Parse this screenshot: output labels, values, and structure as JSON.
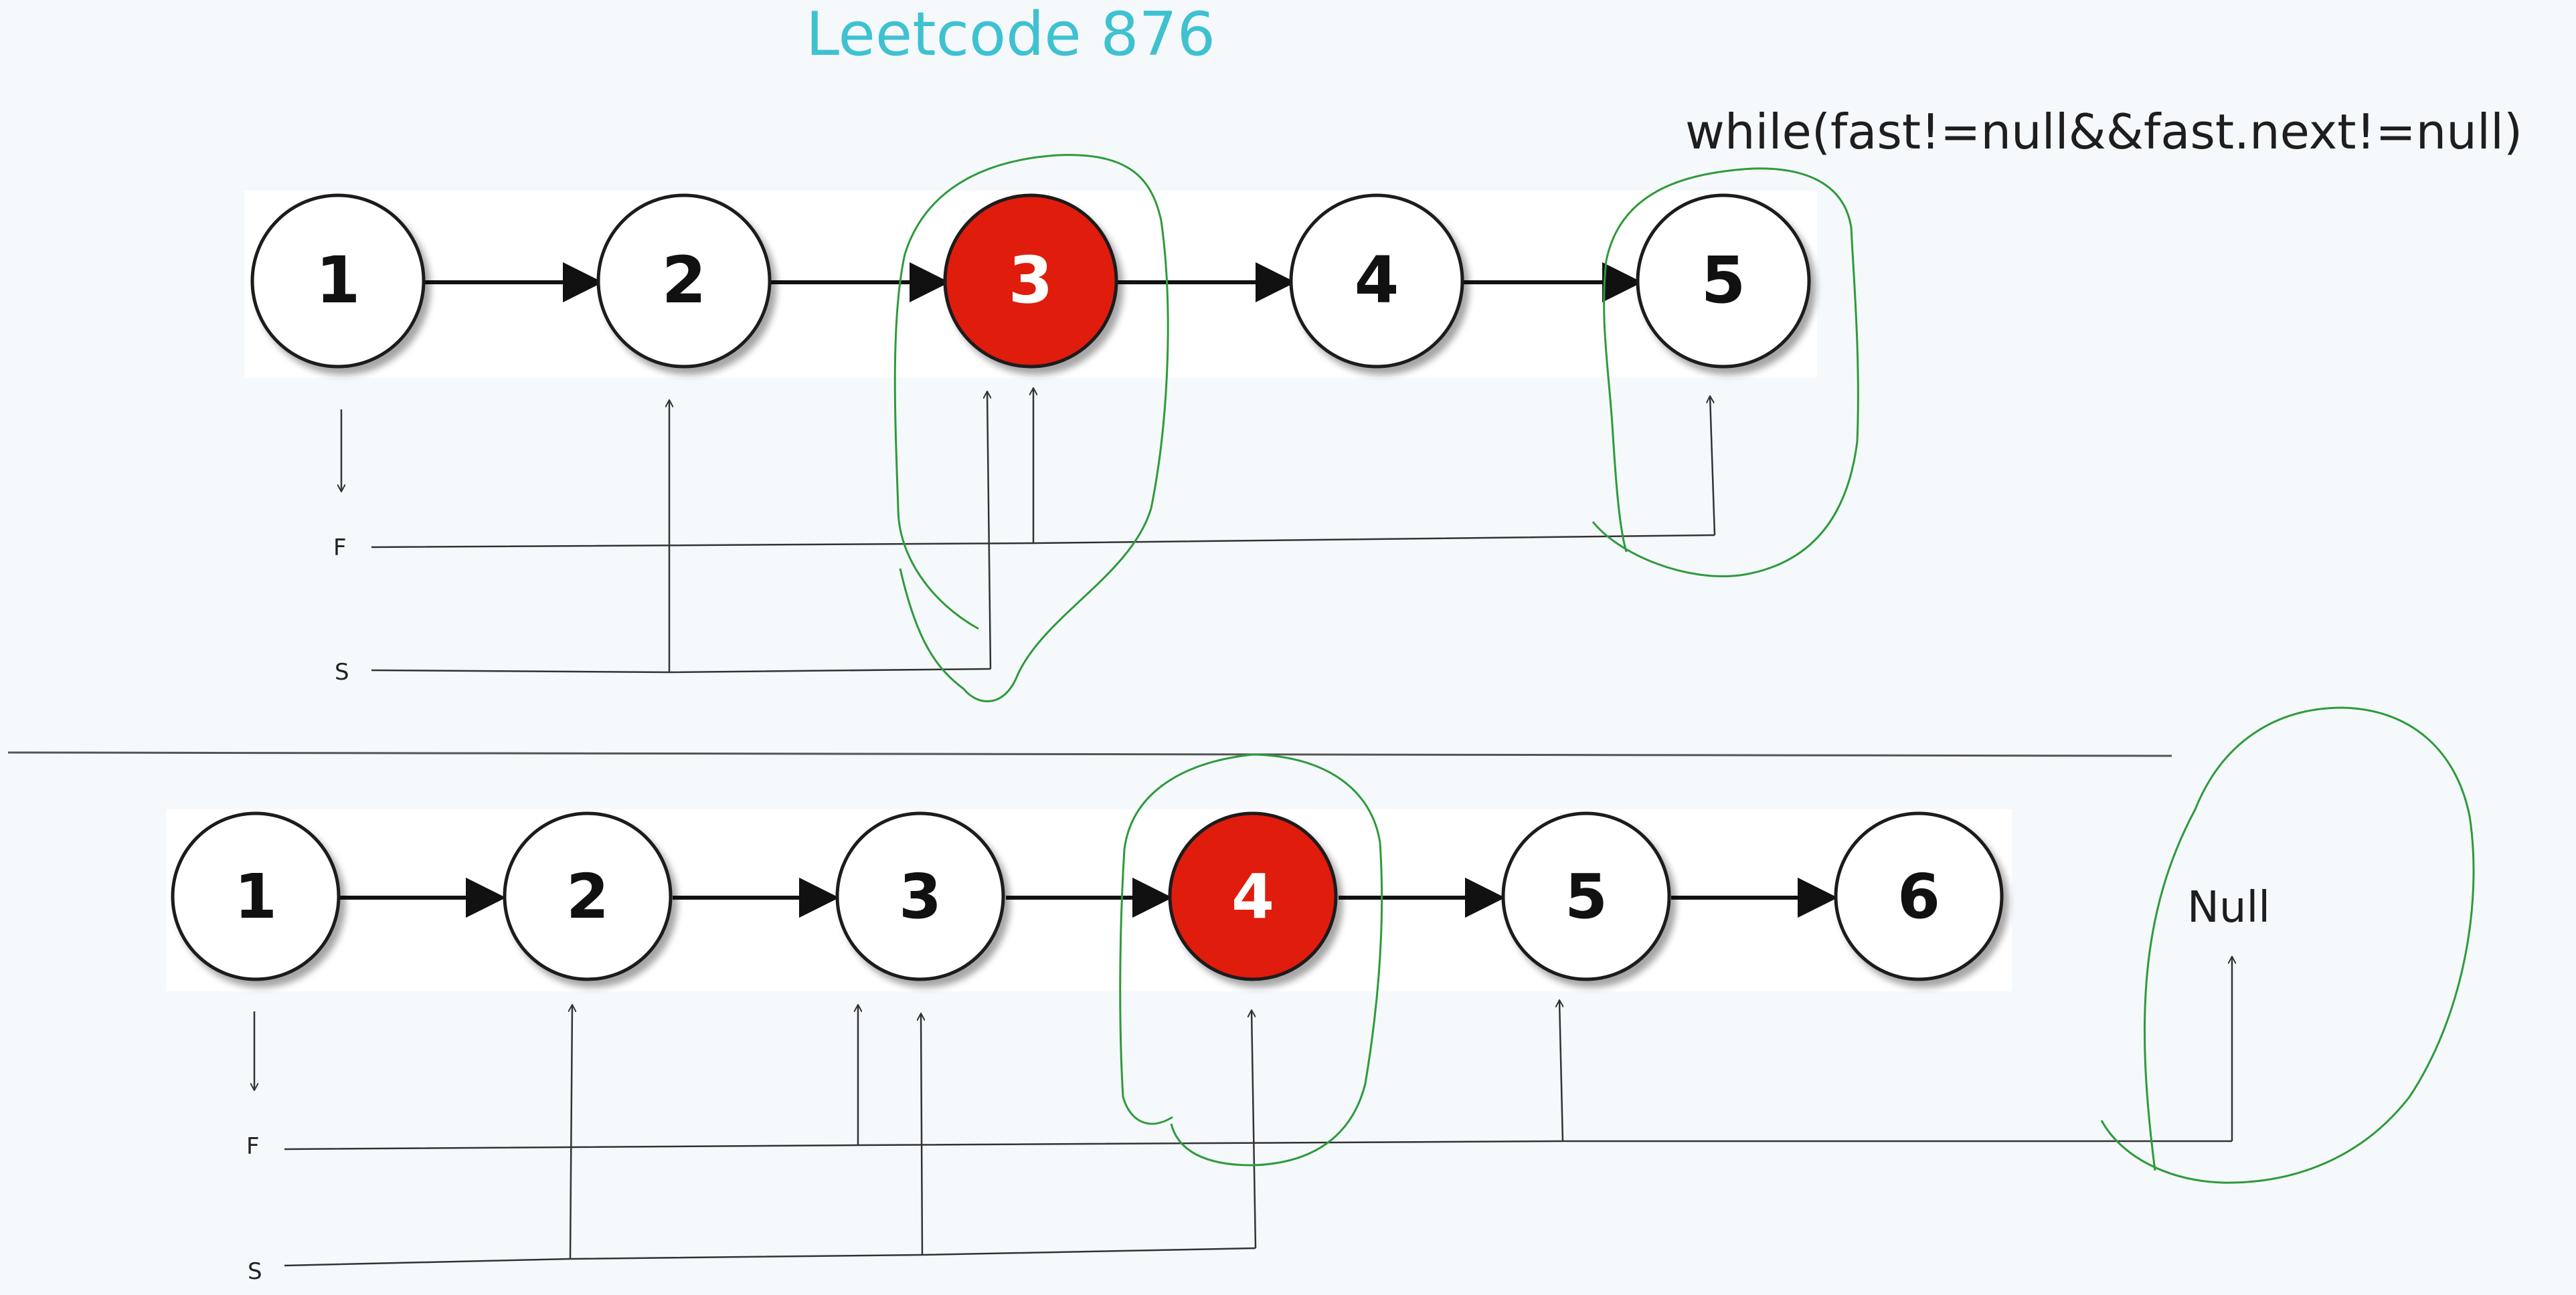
{
  "title": "Leetcode 876",
  "loop_condition": "while(fast!=null&&fast.next!=null)",
  "top_list": {
    "nodes": [
      "1",
      "2",
      "3",
      "4",
      "5"
    ],
    "highlight": "3"
  },
  "bottom_list": {
    "nodes": [
      "1",
      "2",
      "3",
      "4",
      "5",
      "6"
    ],
    "highlight": "4"
  },
  "fast_label": "F",
  "slow_label": "S",
  "null_label": "Null",
  "colors": {
    "title": "#3fc1d1",
    "highlight_node": "#e01b0d",
    "node_fill": "#ffffff",
    "node_stroke": "#1a1a1a",
    "annotation_circle": "#2e9a3a",
    "pointer_line": "#333333",
    "lane_background": "#ffffff"
  },
  "icons": [
    "arrow-right-icon",
    "arrow-up-icon",
    "arrow-down-icon"
  ]
}
